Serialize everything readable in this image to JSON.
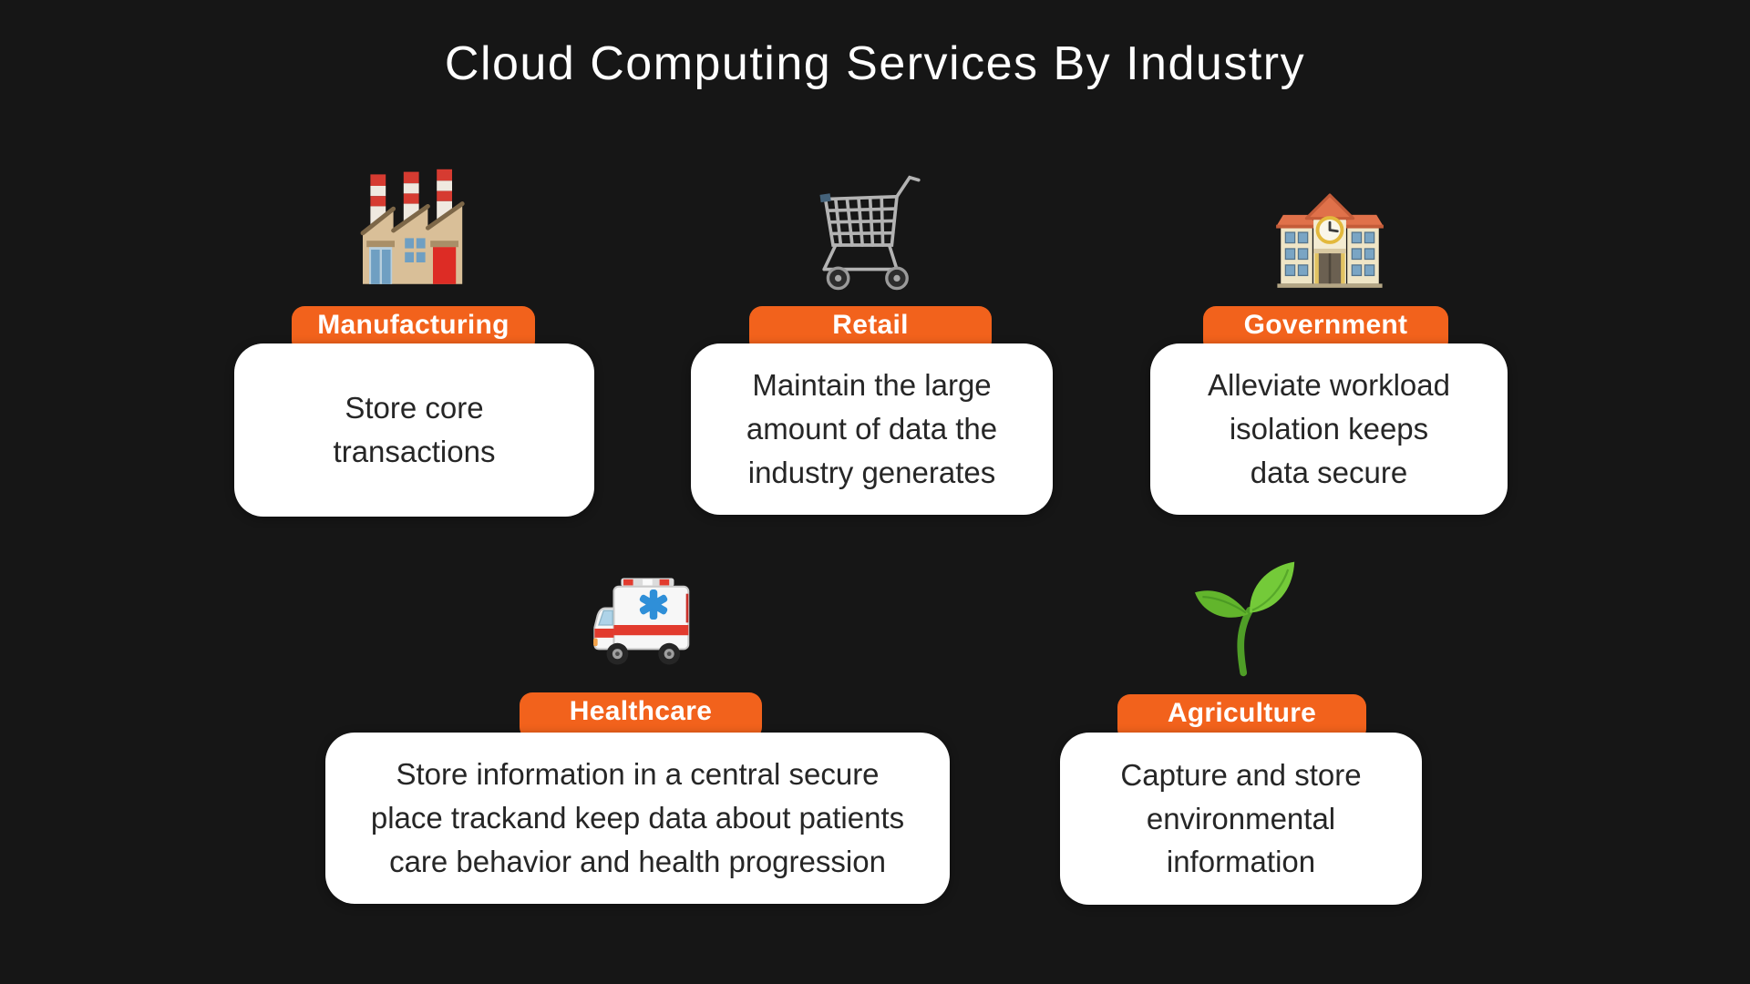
{
  "title": "Cloud Computing Services By Industry",
  "theme": {
    "background": "#161616",
    "badge_color": "#F2621C",
    "badge_text_color": "#FFFFFF",
    "card_color": "#FFFFFF",
    "card_text_color": "#262626",
    "title_color": "#FFFFFF"
  },
  "cards": [
    {
      "label": "Manufacturing",
      "icon": "factory-icon",
      "description": "Store core transactions",
      "description_lines": [
        "Store core",
        "transactions"
      ]
    },
    {
      "label": "Retail",
      "icon": "shopping-cart-icon",
      "description": "Maintain the large amount of data the industry generates",
      "description_lines": [
        "Maintain the large",
        "amount of data the",
        "industry generates"
      ]
    },
    {
      "label": "Government",
      "icon": "school-building-icon",
      "description": "Alleviate workload isolation keeps data secure",
      "description_lines": [
        "Alleviate workload",
        "isolation keeps",
        "data secure"
      ]
    },
    {
      "label": "Healthcare",
      "icon": "ambulance-icon",
      "description": "Store information in a central secure place trackand keep data about patients care behavior and health progression",
      "description_lines": [
        "Store information in a central secure",
        "place trackand keep data about patients",
        "care behavior and health progression"
      ]
    },
    {
      "label": "Agriculture",
      "icon": "seedling-icon",
      "description": "Capture and store environmental information",
      "description_lines": [
        "Capture and store",
        "environmental",
        "information"
      ]
    }
  ]
}
